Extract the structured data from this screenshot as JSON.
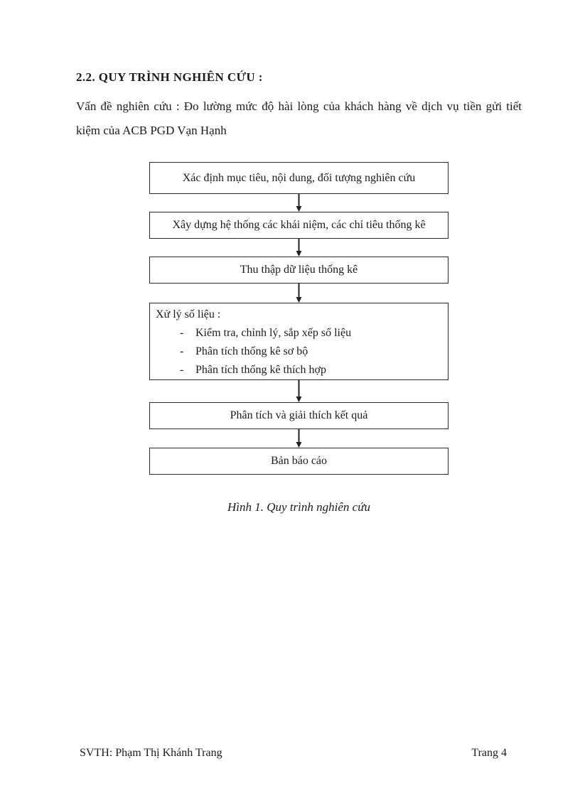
{
  "colors": {
    "background": "#ffffff",
    "text": "#1b1b1b",
    "box_border": "#2a2a2a"
  },
  "document": {
    "heading": "2.2. QUY TRÌNH NGHIÊN CỨU :",
    "paragraph": "Vấn đề nghiên cứu : Đo lường mức độ hài lòng của khách hàng về dịch vụ tiền gửi tiết kiệm của ACB PGD Vạn Hạnh",
    "figure_caption": "Hình 1. Quy trình nghiên cứu",
    "footer": {
      "left": "SVTH: Phạm Thị Khánh Trang",
      "right": "Trang 4"
    }
  },
  "flowchart": {
    "bullet": "-",
    "boxes": [
      {
        "label": "Xác định mục tiêu, nội dung, đối tượng nghiên cứu"
      },
      {
        "label": "Xây dựng hệ thống các khái niệm, các chỉ tiêu thống kê"
      },
      {
        "label": "Thu thập dữ liệu thống kê"
      },
      {
        "title": "Xử lý số liệu :",
        "items": [
          "Kiểm tra, chỉnh lý, sắp xếp số liệu",
          "Phân tích thống kê sơ bộ",
          "Phân tích thống kê thích hợp"
        ]
      },
      {
        "label": "Phân tích và giải thích kết quả"
      },
      {
        "label": "Bản báo cáo"
      }
    ]
  }
}
